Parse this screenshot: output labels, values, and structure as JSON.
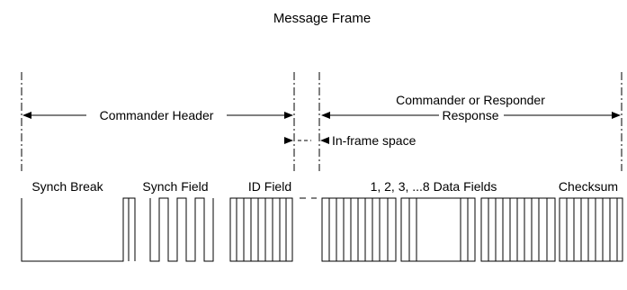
{
  "title": "Message Frame",
  "header_label": "Commander Header",
  "response_label_line1": "Commander or Responder",
  "response_label_line2": "Response",
  "inframe_label": "In-frame space",
  "fields": {
    "synch_break": "Synch Break",
    "synch_field": "Synch Field",
    "id_field": "ID Field",
    "data_fields": "1, 2, 3, ...8 Data Fields",
    "checksum": "Checksum"
  }
}
